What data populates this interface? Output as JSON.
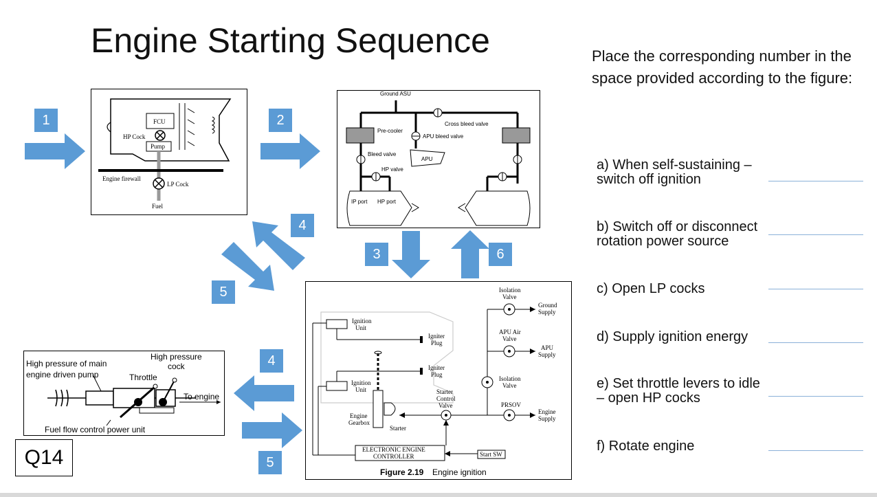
{
  "title": "Engine Starting Sequence",
  "instructions": "Place the corresponding number in the space provided according to the figure:",
  "questions": [
    {
      "line1": "a) When self-sustaining –",
      "line2": "switch off ignition"
    },
    {
      "line1": "b) Switch off or disconnect",
      "line2": "rotation power source"
    },
    {
      "line1": "c) Open LP cocks",
      "line2": ""
    },
    {
      "line1": "d) Supply ignition energy",
      "line2": ""
    },
    {
      "line1": "e) Set throttle levers to idle",
      "line2": "– open HP cocks"
    },
    {
      "line1": "f) Rotate engine",
      "line2": ""
    }
  ],
  "step_labels": {
    "n1": "1",
    "n2": "2",
    "n3": "3",
    "n4a": "4",
    "n4b": "4",
    "n5a": "5",
    "n5b": "5",
    "n6": "6"
  },
  "q_label": "Q14",
  "fuel_panel": {
    "fcu": "FCU",
    "hp_cock": "HP Cock",
    "pump": "Pump",
    "firewall": "Engine firewall",
    "lp_cock": "LP Cock",
    "fuel": "Fuel"
  },
  "bleed_panel": {
    "ground_asu": "Ground ASU",
    "cross_bleed": "Cross bleed valve",
    "pre_cooler": "Pre-cooler",
    "apu_bleed": "APU bleed valve",
    "bleed_valve": "Bleed valve",
    "apu": "APU",
    "hp_valve": "HP valve",
    "ip_port": "IP port",
    "hp_port": "HP port"
  },
  "ignition_panel": {
    "ignition_unit": "Ignition",
    "unit": "Unit",
    "igniter": "Igniter",
    "plug": "Plug",
    "isolation": "Isolation",
    "valve": "Valve",
    "ground": "Ground",
    "supply": "Supply",
    "apu_air": "APU Air",
    "apu": "APU",
    "starter_ctrl1": "Starter",
    "starter_ctrl2": "Control",
    "engine": "Engine",
    "gearbox": "Gearbox",
    "starter": "Starter",
    "prsov": "PRSOV",
    "eec1": "ELECTRONIC ENGINE",
    "eec2": "CONTROLLER",
    "start_sw": "Start SW",
    "fig_num": "Figure 2.19",
    "fig_caption": "Engine ignition"
  },
  "throttle_panel": {
    "hp_main1": "High pressure of main",
    "hp_main2": "engine driven pump",
    "hp_cock1": "High pressure",
    "hp_cock2": "cock",
    "throttle": "Throttle",
    "to_engine": "To engine",
    "fuel_flow": "Fuel flow control power unit"
  },
  "colors": {
    "arrow": "#5b9bd5",
    "answer_line": "#8ab0d8"
  }
}
